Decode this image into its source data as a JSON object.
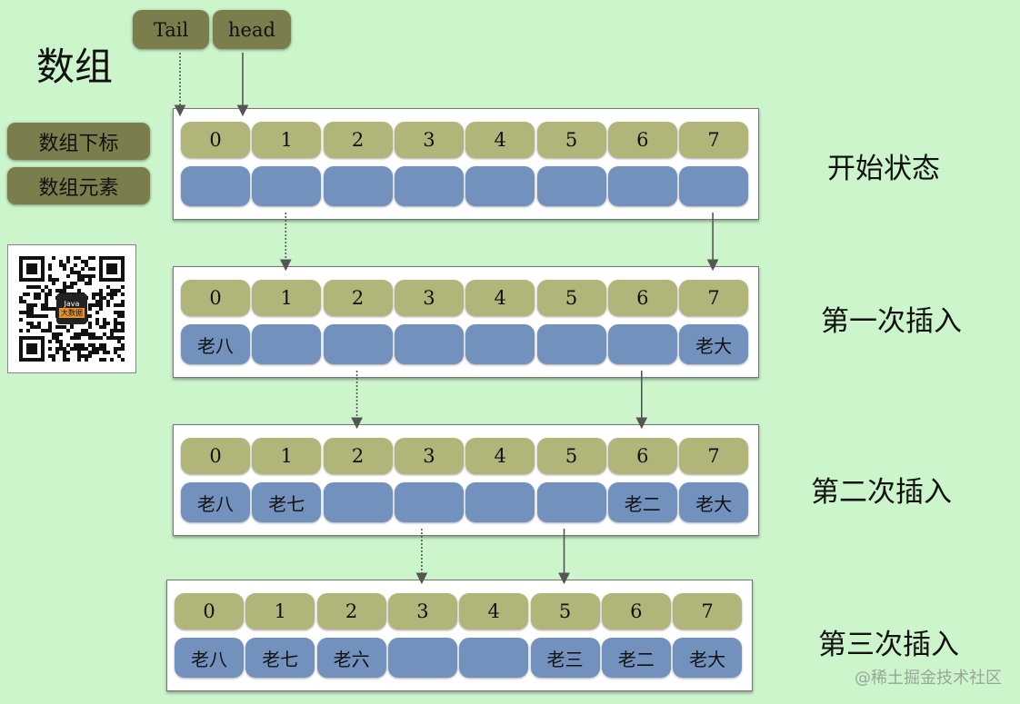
{
  "title": "数组",
  "pointers": {
    "tail": "Tail",
    "head": "head"
  },
  "legend": {
    "index_label": "数组下标",
    "element_label": "数组元素"
  },
  "qr_badge": {
    "line1": "Java",
    "line2": "大数据"
  },
  "colors": {
    "background": "#ccf5cc",
    "index_cell": "#b1b57a",
    "element_cell": "#7291bd",
    "pointer": "#7b7d4c"
  },
  "indices": [
    "0",
    "1",
    "2",
    "3",
    "4",
    "5",
    "6",
    "7"
  ],
  "states": [
    {
      "label": "开始状态",
      "elements": [
        "",
        "",
        "",
        "",
        "",
        "",
        "",
        ""
      ],
      "tail_index": 0,
      "head_index": 0
    },
    {
      "label": "第一次插入",
      "elements": [
        "老八",
        "",
        "",
        "",
        "",
        "",
        "",
        "老大"
      ],
      "tail_index": 1,
      "head_index": 7
    },
    {
      "label": "第二次插入",
      "elements": [
        "老八",
        "老七",
        "",
        "",
        "",
        "",
        "老二",
        "老大"
      ],
      "tail_index": 2,
      "head_index": 6
    },
    {
      "label": "第三次插入",
      "elements": [
        "老八",
        "老七",
        "老六",
        "",
        "",
        "老三",
        "老二",
        "老大"
      ],
      "tail_index": 3,
      "head_index": 5
    }
  ],
  "watermark": "@稀土掘金技术社区"
}
